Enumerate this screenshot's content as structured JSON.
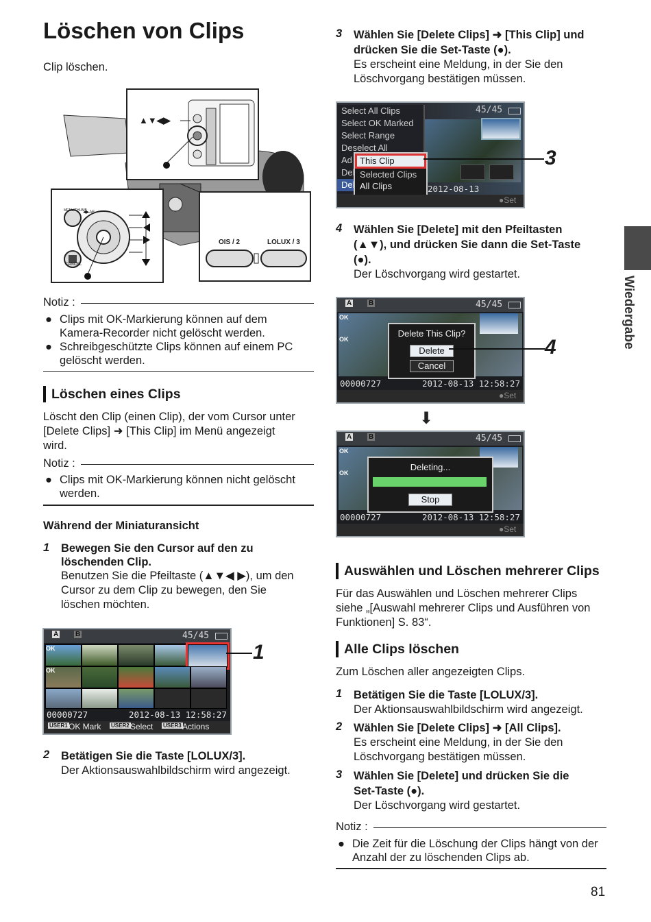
{
  "page_title": "Löschen von Clips",
  "intro": "Clip löschen.",
  "figure": {
    "arrows_label": "▲▼◀▶",
    "menu_thumb": "MENU/THUMB",
    "ae_label": "◀▶AE",
    "cancel": "CANCEL",
    "ois": "OIS / 2",
    "lolux": "LOLUX / 3"
  },
  "note1": {
    "label": "Notiz :",
    "items": [
      [
        "Clips mit OK-Markierung können auf dem",
        "Kamera-Recorder nicht gelöscht werden."
      ],
      [
        "Schreibgeschützte Clips können auf einem PC",
        "gelöscht werden."
      ]
    ]
  },
  "section_single": {
    "heading": "Löschen eines Clips",
    "text": [
      "Löscht den Clip (einen Clip), der vom Cursor unter",
      "[Delete Clips] ➜ [This Clip] im Menü angezeigt",
      "wird."
    ],
    "note_label": "Notiz :",
    "note_items": [
      [
        "Clips mit OK-Markierung können nicht gelöscht",
        "werden."
      ]
    ]
  },
  "subsection": "Während der Miniaturansicht",
  "left_steps": [
    {
      "num": "1",
      "head": [
        "Bewegen Sie den Cursor auf den zu",
        "löschenden Clip."
      ],
      "body": [
        "Benutzen Sie die Pfeiltaste (▲▼◀ ▶), um den",
        "Cursor zu dem Clip zu bewegen, den Sie",
        "löschen möchten."
      ]
    },
    {
      "num": "2",
      "head": [
        "Betätigen Sie die Taste [LOLUX/3]."
      ],
      "body": [
        "Der Aktionsauswahlbildschirm wird angezeigt."
      ]
    }
  ],
  "screen_thumbs": {
    "counter": "45/45",
    "clip": "00000727",
    "datetime": "2012-08-13  12:58:27",
    "ok": "OK",
    "user1": "USER1",
    "user1_label": "OK Mark",
    "user2": "USER2",
    "user2_label": "Select",
    "user3": "USER3",
    "user3_label": "Actions",
    "callout": "1",
    "slot_a": "A",
    "slot_b": "B"
  },
  "right_step3": {
    "num": "3",
    "head": [
      "Wählen Sie [Delete Clips] ➜ [This Clip] und",
      "drücken Sie die Set-Taste (●)."
    ],
    "body": [
      "Es erscheint eine Meldung, in der Sie den",
      "Löschvorgang bestätigen müssen."
    ]
  },
  "screen_menu": {
    "counter": "45/45",
    "items": [
      "Select All Clips",
      "Select OK Marked",
      "Select Range",
      "Deselect All",
      "Ad",
      "Del",
      "Del"
    ],
    "popup": [
      "This Clip",
      "Selected Clips",
      "All Clips"
    ],
    "datetime": "2012-08-13  12:58:27",
    "set": "●Set",
    "callout": "3"
  },
  "right_step4": {
    "num": "4",
    "head": [
      "Wählen Sie [Delete] mit den Pfeiltasten",
      "(▲▼), und drücken Sie dann die Set-Taste",
      "(●)."
    ],
    "body": [
      "Der Löschvorgang wird gestartet."
    ]
  },
  "screen_confirm": {
    "counter": "45/45",
    "question": "Delete This Clip?",
    "delete": "Delete",
    "cancel": "Cancel",
    "clip": "00000727",
    "datetime": "2012-08-13  12:58:27",
    "set": "●Set",
    "callout": "4",
    "ok": "OK",
    "slot_a": "A",
    "slot_b": "B"
  },
  "arrow_down": "⬇",
  "screen_deleting": {
    "counter": "45/45",
    "message": "Deleting...",
    "stop": "Stop",
    "clip": "00000727",
    "datetime": "2012-08-13  12:58:27",
    "set": "●Set",
    "progress": 1.0,
    "ok": "OK",
    "slot_a": "A",
    "slot_b": "B"
  },
  "section_multi": {
    "heading": "Auswählen und Löschen mehrerer Clips",
    "text": [
      "Für das Auswählen und Löschen mehrerer Clips",
      "siehe „[Auswahl mehrerer Clips und Ausführen von",
      "Funktionen] S. 83“."
    ]
  },
  "section_all": {
    "heading": "Alle Clips löschen",
    "text": "Zum Löschen aller angezeigten Clips.",
    "steps": [
      {
        "num": "1",
        "head": [
          "Betätigen Sie die Taste [LOLUX/3]."
        ],
        "body": [
          "Der Aktionsauswahlbildschirm wird angezeigt."
        ]
      },
      {
        "num": "2",
        "head": [
          "Wählen Sie [Delete Clips] ➜ [All Clips]."
        ],
        "body": [
          "Es erscheint eine Meldung, in der Sie den",
          "Löschvorgang bestätigen müssen."
        ]
      },
      {
        "num": "3",
        "head": [
          "Wählen Sie [Delete] und drücken Sie die",
          "Set-Taste (●)."
        ],
        "body": [
          "Der Löschvorgang wird gestartet."
        ]
      }
    ],
    "note_label": "Notiz :",
    "note_items": [
      [
        "Die Zeit für die Löschung der Clips hängt von der",
        "Anzahl der zu löschenden Clips ab."
      ]
    ]
  },
  "side_tab": "Wiedergabe",
  "page_number": "81",
  "bullet": "●"
}
